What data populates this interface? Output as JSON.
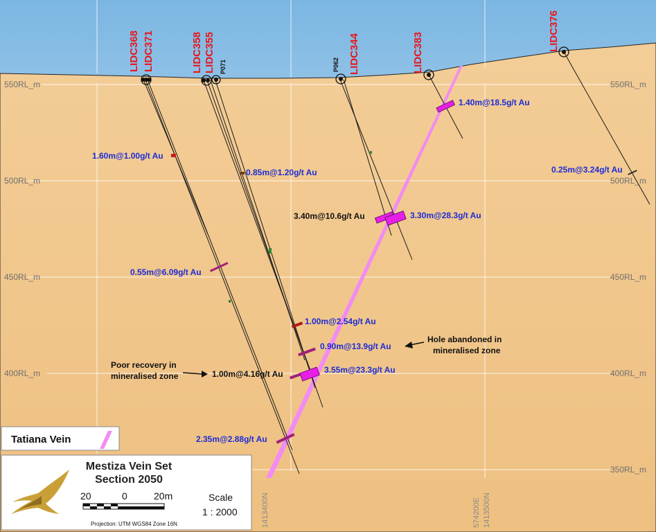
{
  "section": {
    "title_line1": "Mestiza Vein Set",
    "title_line2": "Section 2050",
    "scale_label": "Scale",
    "scale_value": "1 : 2000",
    "scalebar": {
      "left": "20",
      "mid": "0",
      "right": "20m"
    },
    "projection": "Projection: UTM WGS84 Zone 16N"
  },
  "legend": {
    "label": "Tatiana Vein",
    "color": "#f28cf2"
  },
  "rl_labels": [
    "550RL_m",
    "500RL_m",
    "450RL_m",
    "400RL_m",
    "350RL_m"
  ],
  "grid_labels": {
    "n1": "1413400N",
    "n2": "1413500N",
    "e1": "574200E"
  },
  "holes": {
    "lidc368": "LIDC368",
    "lidc371": "LIDC371",
    "lidc358": "LIDC358",
    "lidc355": "LIDC355",
    "p071": "P071",
    "p062": "P062",
    "lidc344": "LIDC344",
    "lidc383": "LIDC383",
    "lidc376": "LIDC376"
  },
  "intercepts": {
    "i1": "1.60m@1.00g/t Au",
    "i2": "0.85m@1.20g/t Au",
    "i3": "1.40m@18.5g/t Au",
    "i4": "0.25m@3.24g/t Au",
    "i5": "3.40m@10.6g/t Au",
    "i6": "3.30m@28.3g/t Au",
    "i7": "0.55m@6.09g/t Au",
    "i8": "1.00m@2.54g/t Au",
    "i9": "0.90m@13.9g/t Au",
    "i10": "1.00m@4.16g/t Au",
    "i11": "3.55m@23.3g/t Au",
    "i12": "2.35m@2.88g/t Au"
  },
  "notes": {
    "poor_recovery_1": "Poor recovery in",
    "poor_recovery_2": "mineralised zone",
    "abandoned_1": "Hole abandoned in",
    "abandoned_2": "mineralised zone"
  },
  "colors": {
    "ground": "#f0c58b",
    "sky_top": "#7bb6e2",
    "sky_bottom": "#ffffff",
    "vein": "#f28cf2",
    "intercept": "#e61ee6",
    "hole_label": "#e8171b",
    "intercept_text": "#1b2bd6"
  }
}
